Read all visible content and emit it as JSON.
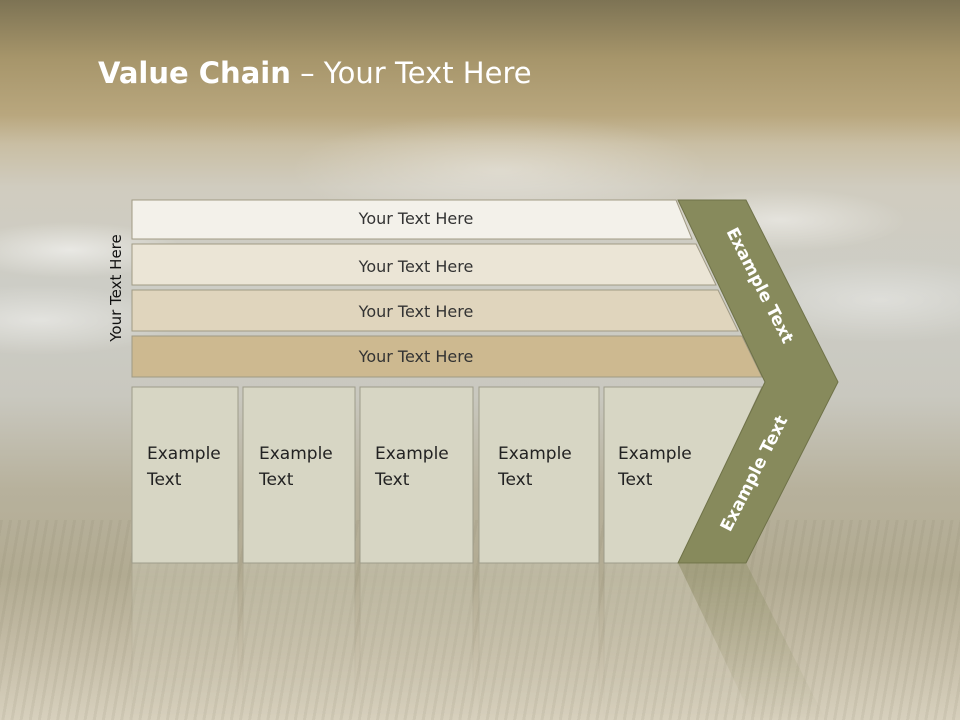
{
  "slide": {
    "title_bold": "Value Chain",
    "title_rest": " – Your Text Here",
    "vertical_label": "Your Text Here"
  },
  "bars": [
    {
      "label": "Your Text Here",
      "color": "#f3f1ea"
    },
    {
      "label": "Your Text Here",
      "color": "#ebe5d6"
    },
    {
      "label": "Your Text Here",
      "color": "#e0d5bd"
    },
    {
      "label": "Your Text Here",
      "color": "#cdb990"
    }
  ],
  "boxes": [
    {
      "line1": "Example",
      "line2": "Text"
    },
    {
      "line1": "Example",
      "line2": "Text"
    },
    {
      "line1": "Example",
      "line2": "Text"
    },
    {
      "line1": "Example",
      "line2": "Text"
    },
    {
      "line1": "Example",
      "line2": "Text"
    }
  ],
  "arrow": {
    "upper_label": "Example Text",
    "lower_label": "Example Text",
    "color": "#878a5c"
  }
}
